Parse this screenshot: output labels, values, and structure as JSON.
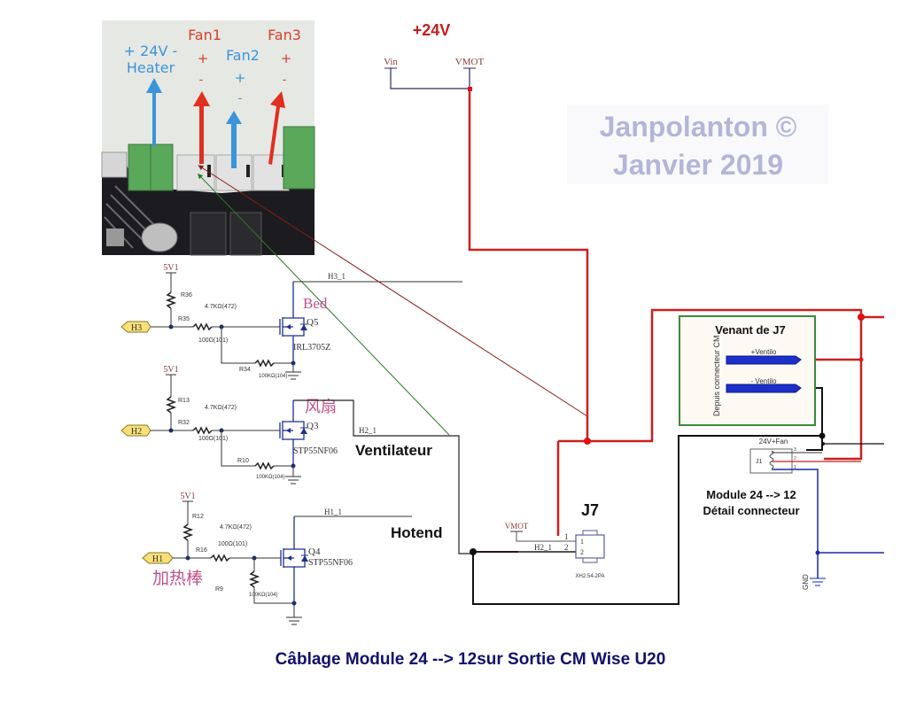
{
  "photo": {
    "heater_label_1": "+ 24V -",
    "heater_label_2": "Heater",
    "fan1_label": "Fan1",
    "fan1_plus": "+",
    "fan1_minus": "-",
    "fan2_label": "Fan2",
    "fan2_plus": "+",
    "fan2_minus": "-",
    "fan3_label": "Fan3",
    "fan3_plus": "+",
    "fan3_minus": "-"
  },
  "supply": {
    "title": "+24V",
    "vin_label": "Vin",
    "vmot_label": "VMOT"
  },
  "watermark": {
    "line1": "Janpolanton ©",
    "line2": "Janvier 2019"
  },
  "colors": {
    "power_red": "#cc1f1f",
    "wire_dark": "#222222",
    "schematic_blue": "#1f2f8f",
    "pink_label": "#c0508a",
    "green_box": "#3a8a3a",
    "title_navy": "#10106e",
    "watermark": "#b3b6d9",
    "heater_blue": "#3a94d9"
  },
  "circuits": [
    {
      "net": "H3",
      "supply": "5V1",
      "pullup": "R36",
      "series_res": "R35",
      "series_value": "4.7KΩ(472)",
      "gate_value": "100Ω(101)",
      "pulldown": "R34",
      "pulldown_value": "100KΩ(104)",
      "mosfet": "Q5",
      "mosfet_part": "IRL3705Z",
      "output_net": "H3_1",
      "label": "Bed"
    },
    {
      "net": "H2",
      "supply": "5V1",
      "pullup": "R13",
      "series_res": "R32",
      "series_value": "4.7KΩ(472)",
      "gate_value": "100Ω(101)",
      "pulldown": "R10",
      "pulldown_value": "100KΩ(104)",
      "mosfet": "Q3",
      "mosfet_part": "STP55NF06",
      "output_net": "H2_1",
      "label": "风扇",
      "name": "Ventilateur"
    },
    {
      "net": "H1",
      "supply": "5V1",
      "pullup": "R12",
      "series_res": "R16",
      "series_value": "4.7KΩ(472)",
      "gate_value": "100Ω(101)",
      "pulldown": "R9",
      "pulldown_value": "100KΩ(104)",
      "mosfet": "Q4",
      "mosfet_part": "STP55NF06",
      "output_net": "H1_1",
      "label": "加热棒",
      "name": "Hotend"
    }
  ],
  "j7": {
    "title": "J7",
    "vmot_label": "VMOT",
    "net_label": "H2_1",
    "pin1": "1",
    "pin2": "2",
    "part": "XH2.54-2PA"
  },
  "module_box": {
    "title": "Venant de J7",
    "side_label": "Depuis connecteur CM",
    "plus_label": "+Ventilo",
    "minus_label": "- Ventilo"
  },
  "j1": {
    "header": "24V+Fan",
    "ref": "J1",
    "pin3": "3",
    "pin2": "2",
    "pin1": "1",
    "gnd_label": "GND"
  },
  "module_caption": {
    "line1": "Module 24 --> 12",
    "line2": "Détail connecteur"
  },
  "footer": {
    "title": "Câblage Module 24 --> 12sur Sortie CM Wise U20"
  }
}
